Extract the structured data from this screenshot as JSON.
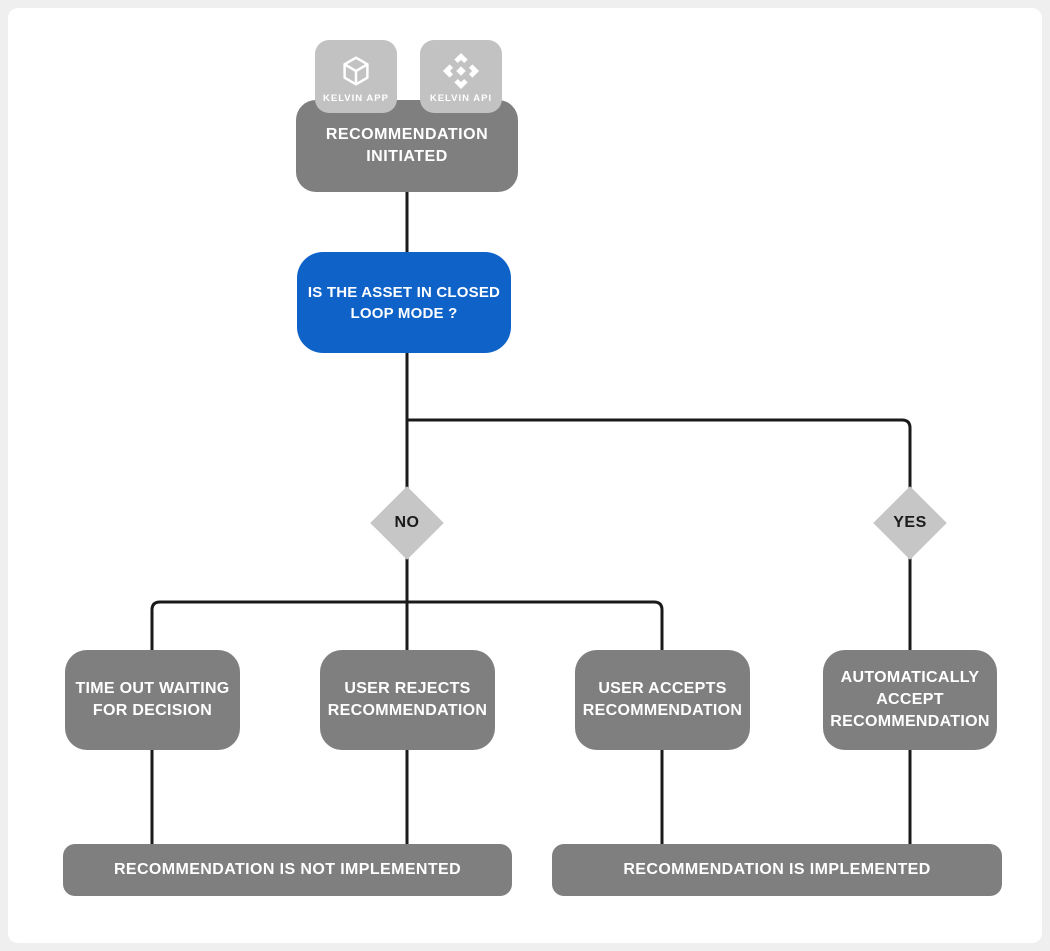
{
  "colors": {
    "page_background": "#efefef",
    "card_background": "#ffffff",
    "node_gray": "#7f7f7f",
    "badge_gray": "#c2c2c2",
    "diamond_gray": "#c6c6c6",
    "accent_blue": "#0f63c8",
    "connector": "#1a1a1a",
    "node_text": "#ffffff",
    "diamond_text": "#1a1a1a"
  },
  "flowchart": {
    "badges": [
      {
        "label": "KELVIN APP",
        "icon": "cube-icon"
      },
      {
        "label": "KELVIN API",
        "icon": "diamond-pattern-icon"
      }
    ],
    "nodes": {
      "start": {
        "label": "RECOMMENDATION INITIATED"
      },
      "decision": {
        "label": "IS THE ASSET IN CLOSED LOOP MODE ?"
      },
      "branch_no": {
        "label": "NO"
      },
      "branch_yes": {
        "label": "YES"
      },
      "timeout": {
        "label": "TIME OUT WAITING FOR DECISION"
      },
      "user_rejects": {
        "label": "USER REJECTS RECOMMENDATION"
      },
      "user_accepts": {
        "label": "USER ACCEPTS RECOMMENDATION"
      },
      "auto_accept": {
        "label": "AUTOMATICALLY ACCEPT RECOMMENDATION"
      },
      "not_implemented": {
        "label": "RECOMMENDATION IS NOT IMPLEMENTED"
      },
      "implemented": {
        "label": "RECOMMENDATION IS IMPLEMENTED"
      }
    }
  }
}
